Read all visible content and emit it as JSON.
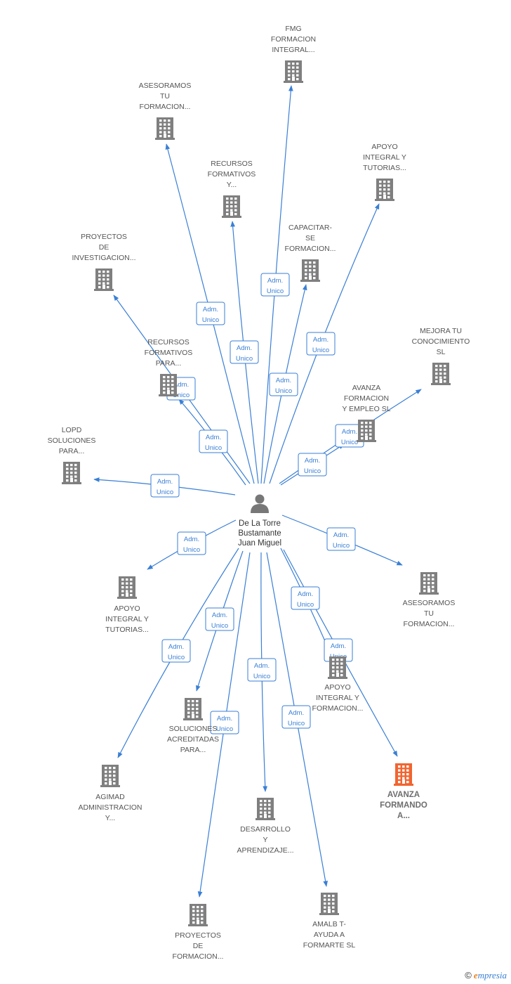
{
  "colors": {
    "edge": "#3a7fd5",
    "building": "#7f7f7f",
    "building_highlight": "#f26430",
    "person": "#777777"
  },
  "center": {
    "name_lines": [
      "De La Torre",
      "Bustamante",
      "Juan Miguel"
    ],
    "icon": "person-icon"
  },
  "badge_lines": [
    "Adm.",
    "Unico"
  ],
  "nodes": [
    {
      "id": "fmg",
      "lines": [
        "FMG",
        "FORMACION",
        "INTEGRAL..."
      ],
      "icon": "building-icon",
      "highlight": false
    },
    {
      "id": "asesoramos-top",
      "lines": [
        "ASESORAMOS",
        "TU",
        "FORMACION..."
      ],
      "icon": "building-icon",
      "highlight": false
    },
    {
      "id": "recursos-y",
      "lines": [
        "RECURSOS",
        "FORMATIVOS",
        "Y..."
      ],
      "icon": "building-icon",
      "highlight": false
    },
    {
      "id": "apoyo-top",
      "lines": [
        "APOYO",
        "INTEGRAL Y",
        "TUTORIAS..."
      ],
      "icon": "building-icon",
      "highlight": false
    },
    {
      "id": "capacitar",
      "lines": [
        "CAPACITAR-",
        "SE",
        "FORMACION..."
      ],
      "icon": "building-icon",
      "highlight": false
    },
    {
      "id": "proyectos-inv",
      "lines": [
        "PROYECTOS",
        "DE",
        "INVESTIGACION..."
      ],
      "icon": "building-icon",
      "highlight": false
    },
    {
      "id": "mejora",
      "lines": [
        "MEJORA TU",
        "CONOCIMIENTO",
        "SL"
      ],
      "icon": "building-icon",
      "highlight": false
    },
    {
      "id": "recursos-para",
      "lines": [
        "RECURSOS",
        "FORMATIVOS",
        "PARA..."
      ],
      "icon": "building-icon",
      "highlight": false
    },
    {
      "id": "avanza-empleo",
      "lines": [
        "AVANZA",
        "FORMACION",
        "Y EMPLEO  SL"
      ],
      "icon": "building-icon",
      "highlight": false
    },
    {
      "id": "lopd",
      "lines": [
        "LOPD",
        "SOLUCIONES",
        "PARA..."
      ],
      "icon": "building-icon",
      "highlight": false
    },
    {
      "id": "apoyo-left",
      "lines": [
        "APOYO",
        "INTEGRAL Y",
        "TUTORIAS..."
      ],
      "icon": "building-icon",
      "highlight": false
    },
    {
      "id": "asesoramos-right",
      "lines": [
        "ASESORAMOS",
        "TU",
        "FORMACION..."
      ],
      "icon": "building-icon",
      "highlight": false
    },
    {
      "id": "apoyo-formacion",
      "lines": [
        "APOYO",
        "INTEGRAL Y",
        "FORMACION..."
      ],
      "icon": "building-icon",
      "highlight": false
    },
    {
      "id": "soluciones",
      "lines": [
        "SOLUCIONES",
        "ACREDITADAS",
        "PARA..."
      ],
      "icon": "building-icon",
      "highlight": false
    },
    {
      "id": "agimad",
      "lines": [
        "AGIMAD",
        "ADMINISTRACION",
        "Y..."
      ],
      "icon": "building-icon",
      "highlight": false
    },
    {
      "id": "avanza-formando",
      "lines": [
        "AVANZA",
        "FORMANDO",
        "A..."
      ],
      "icon": "building-icon",
      "highlight": true
    },
    {
      "id": "desarrollo",
      "lines": [
        "DESARROLLO",
        "Y",
        "APRENDIZAJE..."
      ],
      "icon": "building-icon",
      "highlight": false
    },
    {
      "id": "amalb",
      "lines": [
        "AMALB T-",
        "AYUDA A",
        "FORMARTE  SL"
      ],
      "icon": "building-icon",
      "highlight": false
    },
    {
      "id": "proyectos-form",
      "lines": [
        "PROYECTOS",
        "DE",
        "FORMACION..."
      ],
      "icon": "building-icon",
      "highlight": false
    }
  ],
  "edges": [
    {
      "to": "fmg",
      "label": "Adm. Unico"
    },
    {
      "to": "asesoramos-top",
      "label": "Adm. Unico"
    },
    {
      "to": "recursos-y",
      "label": "Adm. Unico"
    },
    {
      "to": "apoyo-top",
      "label": "Adm. Unico"
    },
    {
      "to": "capacitar",
      "label": "Adm. Unico"
    },
    {
      "to": "proyectos-inv",
      "label": "Adm. Unico"
    },
    {
      "to": "mejora",
      "label": "Adm. Unico"
    },
    {
      "to": "recursos-para",
      "label": "Adm. Unico"
    },
    {
      "to": "avanza-empleo",
      "label": "Adm. Unico"
    },
    {
      "to": "lopd",
      "label": "Adm. Unico"
    },
    {
      "to": "apoyo-left",
      "label": "Adm. Unico"
    },
    {
      "to": "asesoramos-right",
      "label": "Adm. Unico"
    },
    {
      "to": "apoyo-formacion",
      "label": "Adm. Unico"
    },
    {
      "to": "soluciones",
      "label": "Adm. Unico"
    },
    {
      "to": "agimad",
      "label": "Adm. Unico"
    },
    {
      "to": "avanza-formando",
      "label": "Adm. Unico"
    },
    {
      "to": "desarrollo",
      "label": "Adm. Unico"
    },
    {
      "to": "amalb",
      "label": "Adm. Unico"
    },
    {
      "to": "proyectos-form",
      "label": "Adm. Unico"
    }
  ],
  "watermark": {
    "copyright": "©",
    "brand_first": "e",
    "brand_rest": "mpresia"
  }
}
